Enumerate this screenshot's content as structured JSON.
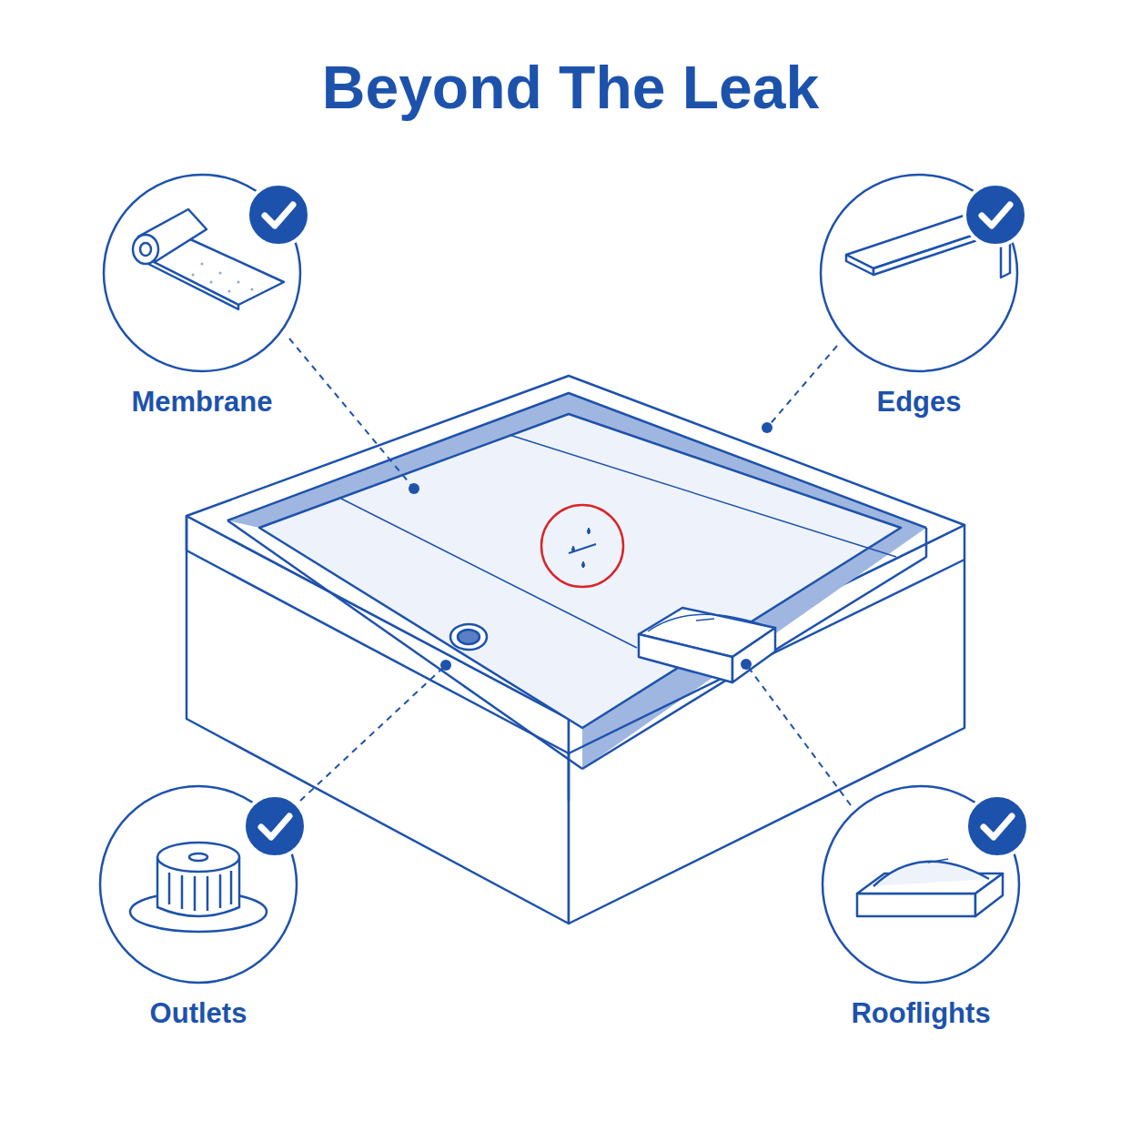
{
  "diagram": {
    "title": "Beyond The Leak",
    "nodes": [
      {
        "text": [
          "Membrane"
        ]
      },
      {
        "text": [
          "Edges"
        ]
      },
      {
        "text": [
          "Outlets"
        ]
      },
      {
        "text": [
          "Rooflights"
        ]
      }
    ]
  }
}
